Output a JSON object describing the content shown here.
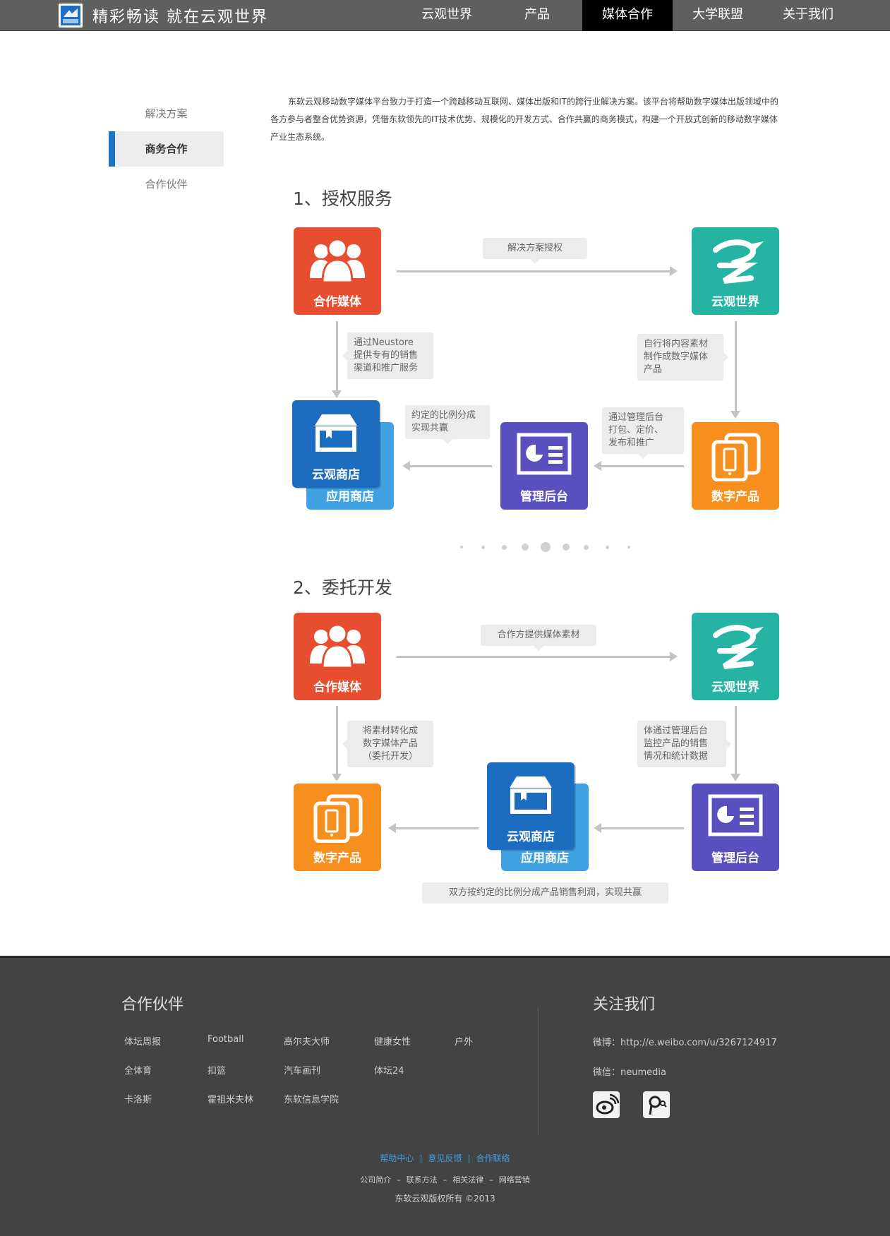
{
  "header": {
    "slogan": "精彩畅读 就在云观世界",
    "nav": [
      "云观世界",
      "产品",
      "媒体合作",
      "大学联盟",
      "关于我们"
    ],
    "active_nav": "媒体合作"
  },
  "sidebar": {
    "items": [
      "解决方案",
      "商务合作",
      "合作伙伴"
    ],
    "active": "商务合作"
  },
  "intro": "东软云观移动数字媒体平台致力于打造一个跨越移动互联网、媒体出版和IT的跨行业解决方案。该平台将帮助数字媒体出版领域中的各方参与者整合优势资源，凭借东软领先的IT技术优势、规模化的开发方式、合作共赢的商务模式，构建一个开放式创新的移动数字媒体产业生态系统。",
  "section1": {
    "title": "1、授权服务",
    "tiles": {
      "media": "合作媒体",
      "yunguan": "云观世界",
      "store_front": "云观商店",
      "store_back": "应用商店",
      "admin": "管理后台",
      "digital": "数字产品"
    },
    "bubbles": {
      "top": "解决方案授权",
      "left": [
        "通过Neustore",
        "提供专有的销售",
        "渠道和推广服务"
      ],
      "right": [
        "自行将内容素材",
        "制作成数字媒体",
        "产品"
      ],
      "bottom_left": [
        "约定的比例分成",
        "实现共赢"
      ],
      "bottom_right": [
        "通过管理后台",
        "打包、定价、",
        "发布和推广"
      ]
    }
  },
  "section2": {
    "title": "2、委托开发",
    "tiles": {
      "media": "合作媒体",
      "yunguan": "云观世界",
      "digital": "数字产品",
      "store_front": "云观商店",
      "store_back": "应用商店",
      "admin": "管理后台"
    },
    "bubbles": {
      "top": "合作方提供媒体素材",
      "left": [
        "将素材转化成",
        "数字媒体产品",
        "（委托开发）"
      ],
      "right": [
        "体通过管理后台",
        "监控产品的销售",
        "情况和统计数据"
      ],
      "bottom": "双方按约定的比例分成产品销售利润，实现共赢"
    }
  },
  "footer": {
    "partners_title": "合作伙伴",
    "partners": [
      [
        "体坛周报",
        "Football",
        "高尔夫大师",
        "健康女性",
        "户外"
      ],
      [
        "全体育",
        "扣篮",
        "汽车画刊",
        "体坛24"
      ],
      [
        "卡洛斯",
        "霍祖米夫林",
        "东软信息学院"
      ]
    ],
    "follow_title": "关注我们",
    "weibo": "微博：http://e.weibo.com/u/3267124917",
    "weixin": "微信：neumedia",
    "blue_links": [
      "帮助中心",
      "意见反馈",
      "合作联络"
    ],
    "grey_links": [
      "公司简介",
      "联系方法",
      "相关法律",
      "网络营销"
    ],
    "copyright": "东软云观版权所有 ©2013"
  }
}
